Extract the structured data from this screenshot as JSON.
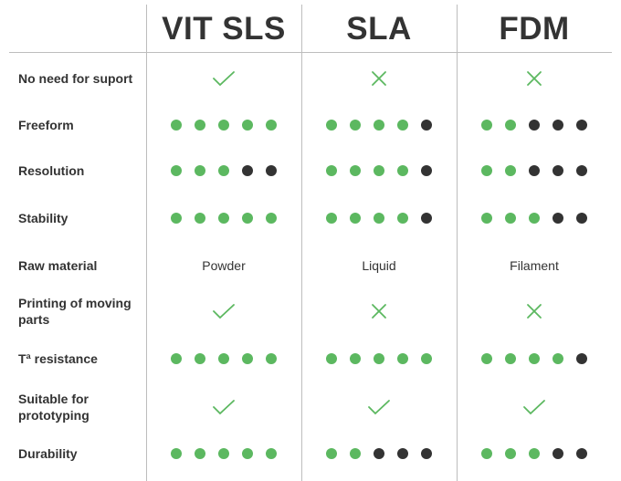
{
  "colors": {
    "positive": "#5cb860",
    "negative": "#333333",
    "mark": "#5cb860"
  },
  "columns": [
    "VIT SLS",
    "SLA",
    "FDM"
  ],
  "rows": [
    {
      "label": "No need for suport",
      "cells": [
        {
          "type": "check"
        },
        {
          "type": "cross"
        },
        {
          "type": "cross"
        }
      ]
    },
    {
      "label": "Freeform",
      "cells": [
        {
          "type": "dots",
          "filled": 5,
          "total": 5
        },
        {
          "type": "dots",
          "filled": 4,
          "total": 5
        },
        {
          "type": "dots",
          "filled": 2,
          "total": 5
        }
      ]
    },
    {
      "label": "Resolution",
      "cells": [
        {
          "type": "dots",
          "filled": 3,
          "total": 5
        },
        {
          "type": "dots",
          "filled": 4,
          "total": 5
        },
        {
          "type": "dots",
          "filled": 2,
          "total": 5
        }
      ]
    },
    {
      "label": "Stability",
      "cells": [
        {
          "type": "dots",
          "filled": 5,
          "total": 5
        },
        {
          "type": "dots",
          "filled": 4,
          "total": 5
        },
        {
          "type": "dots",
          "filled": 3,
          "total": 5
        }
      ]
    },
    {
      "label": "Raw material",
      "cells": [
        {
          "type": "text",
          "text": "Powder"
        },
        {
          "type": "text",
          "text": "Liquid"
        },
        {
          "type": "text",
          "text": "Filament"
        }
      ]
    },
    {
      "label": "Printing of moving parts",
      "cells": [
        {
          "type": "check"
        },
        {
          "type": "cross"
        },
        {
          "type": "cross"
        }
      ]
    },
    {
      "label": "Tª resistance",
      "cells": [
        {
          "type": "dots",
          "filled": 5,
          "total": 5
        },
        {
          "type": "dots",
          "filled": 5,
          "total": 5
        },
        {
          "type": "dots",
          "filled": 4,
          "total": 5
        }
      ]
    },
    {
      "label": "Suitable for prototyping",
      "cells": [
        {
          "type": "check"
        },
        {
          "type": "check"
        },
        {
          "type": "check"
        }
      ]
    },
    {
      "label": "Durability",
      "cells": [
        {
          "type": "dots",
          "filled": 5,
          "total": 5
        },
        {
          "type": "dots",
          "filled": 2,
          "total": 5
        },
        {
          "type": "dots",
          "filled": 3,
          "total": 5
        }
      ]
    }
  ]
}
